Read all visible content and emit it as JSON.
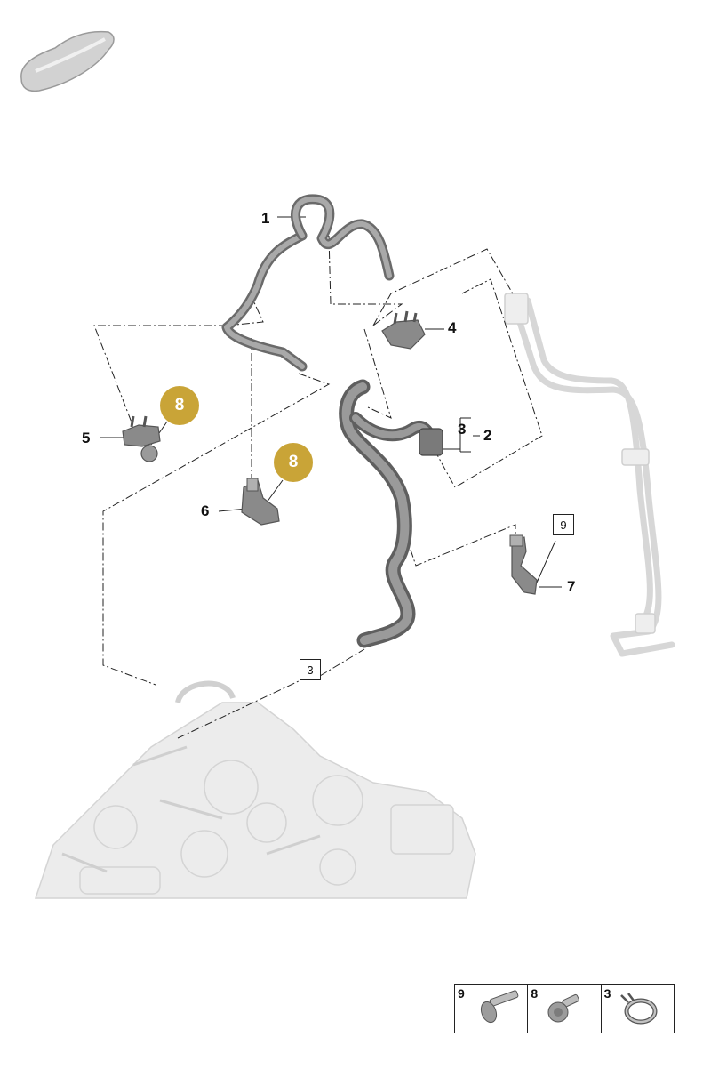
{
  "colors": {
    "badge": "#c9a437",
    "part": "#7d7d7d",
    "ghost": "#dcdcdc"
  },
  "callouts": [
    "1",
    "2",
    "3",
    "4",
    "5",
    "6",
    "7"
  ],
  "boxed_refs": {
    "ref_9": "9",
    "ref_3": "3"
  },
  "badges": [
    "8",
    "8"
  ],
  "legend": [
    {
      "num": "9",
      "icon": "bolt-icon"
    },
    {
      "num": "8",
      "icon": "nut-icon"
    },
    {
      "num": "3",
      "icon": "hose-clamp-icon"
    }
  ]
}
